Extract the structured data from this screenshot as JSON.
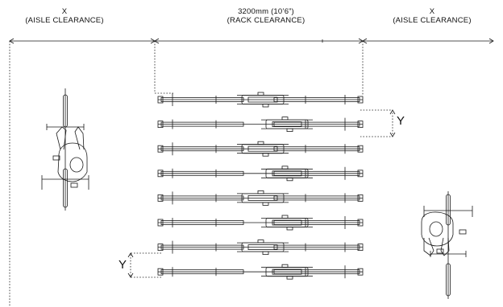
{
  "labels": {
    "left": {
      "line1": "X",
      "line2": "(AISLE CLEARANCE)"
    },
    "center": {
      "line1": "3200mm (10’6”)",
      "line2": "(RACK CLEARANCE)"
    },
    "right": {
      "line1": "X",
      "line2": "(AISLE CLEARANCE)"
    },
    "y_top": "Y",
    "y_bottom": "Y"
  },
  "rack": {
    "bike_count": 8,
    "orientation_pattern": [
      "left",
      "right",
      "left",
      "right",
      "left",
      "right",
      "left",
      "right"
    ]
  },
  "colors": {
    "line": "#1a1a1a",
    "background": "#ffffff"
  }
}
